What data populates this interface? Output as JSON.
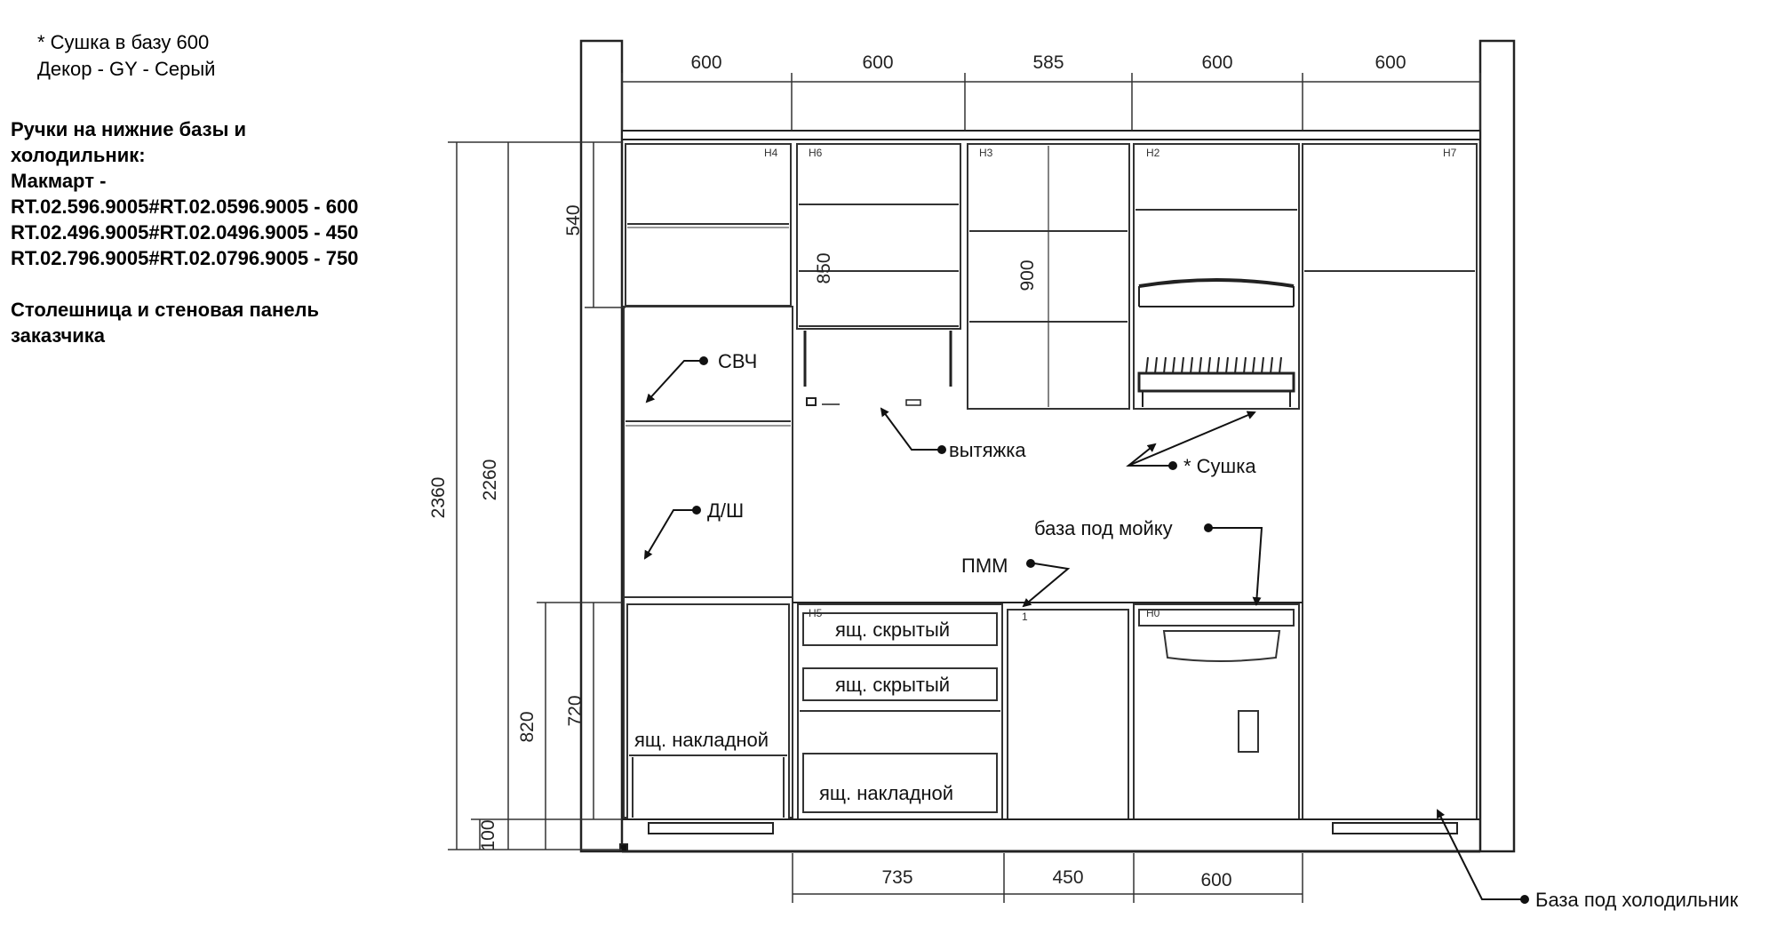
{
  "notes": {
    "dryer_line": "* Сушка в базу 600",
    "decor_line": "Декор - GY - Серый",
    "handles_line1": "Ручки на нижние базы и",
    "handles_line2": "холодильник:",
    "handles_brand": "Макмарт -",
    "handle_600": "RT.02.596.9005#RT.02.0596.9005 - 600",
    "handle_450": "RT.02.496.9005#RT.02.0496.9005 - 450",
    "handle_750": "RT.02.796.9005#RT.02.0796.9005 - 750",
    "countertop_line1": "Столешница и стеновая панель",
    "countertop_line2": "заказчика"
  },
  "top_dimensions": [
    "600",
    "600",
    "585",
    "600",
    "600"
  ],
  "bottom_dimensions": [
    "735",
    "450",
    "600"
  ],
  "vertical_dimensions": {
    "total": "2360",
    "tall": "2260",
    "upper_left": "540",
    "upper_a": "850",
    "upper_b": "900",
    "base_total": "820",
    "base_body": "720",
    "plinth": "100"
  },
  "module_codes": [
    "H4",
    "H6",
    "H3",
    "H2",
    "H7",
    "H5",
    "H0",
    "1"
  ],
  "labels": {
    "microwave": "СВЧ",
    "hood": "вытяжка",
    "dryer": "* Сушка",
    "sink_base": "база под мойку",
    "dishwasher_oven": "Д/Ш",
    "dishwasher": "ПММ",
    "drawer_hidden_1": "ящ. скрытый",
    "drawer_hidden_2": "ящ. скрытый",
    "drawer_overlay_left": "ящ. накладной",
    "drawer_overlay_mid": "ящ. накладной",
    "fridge_base": "База под холодильник"
  }
}
